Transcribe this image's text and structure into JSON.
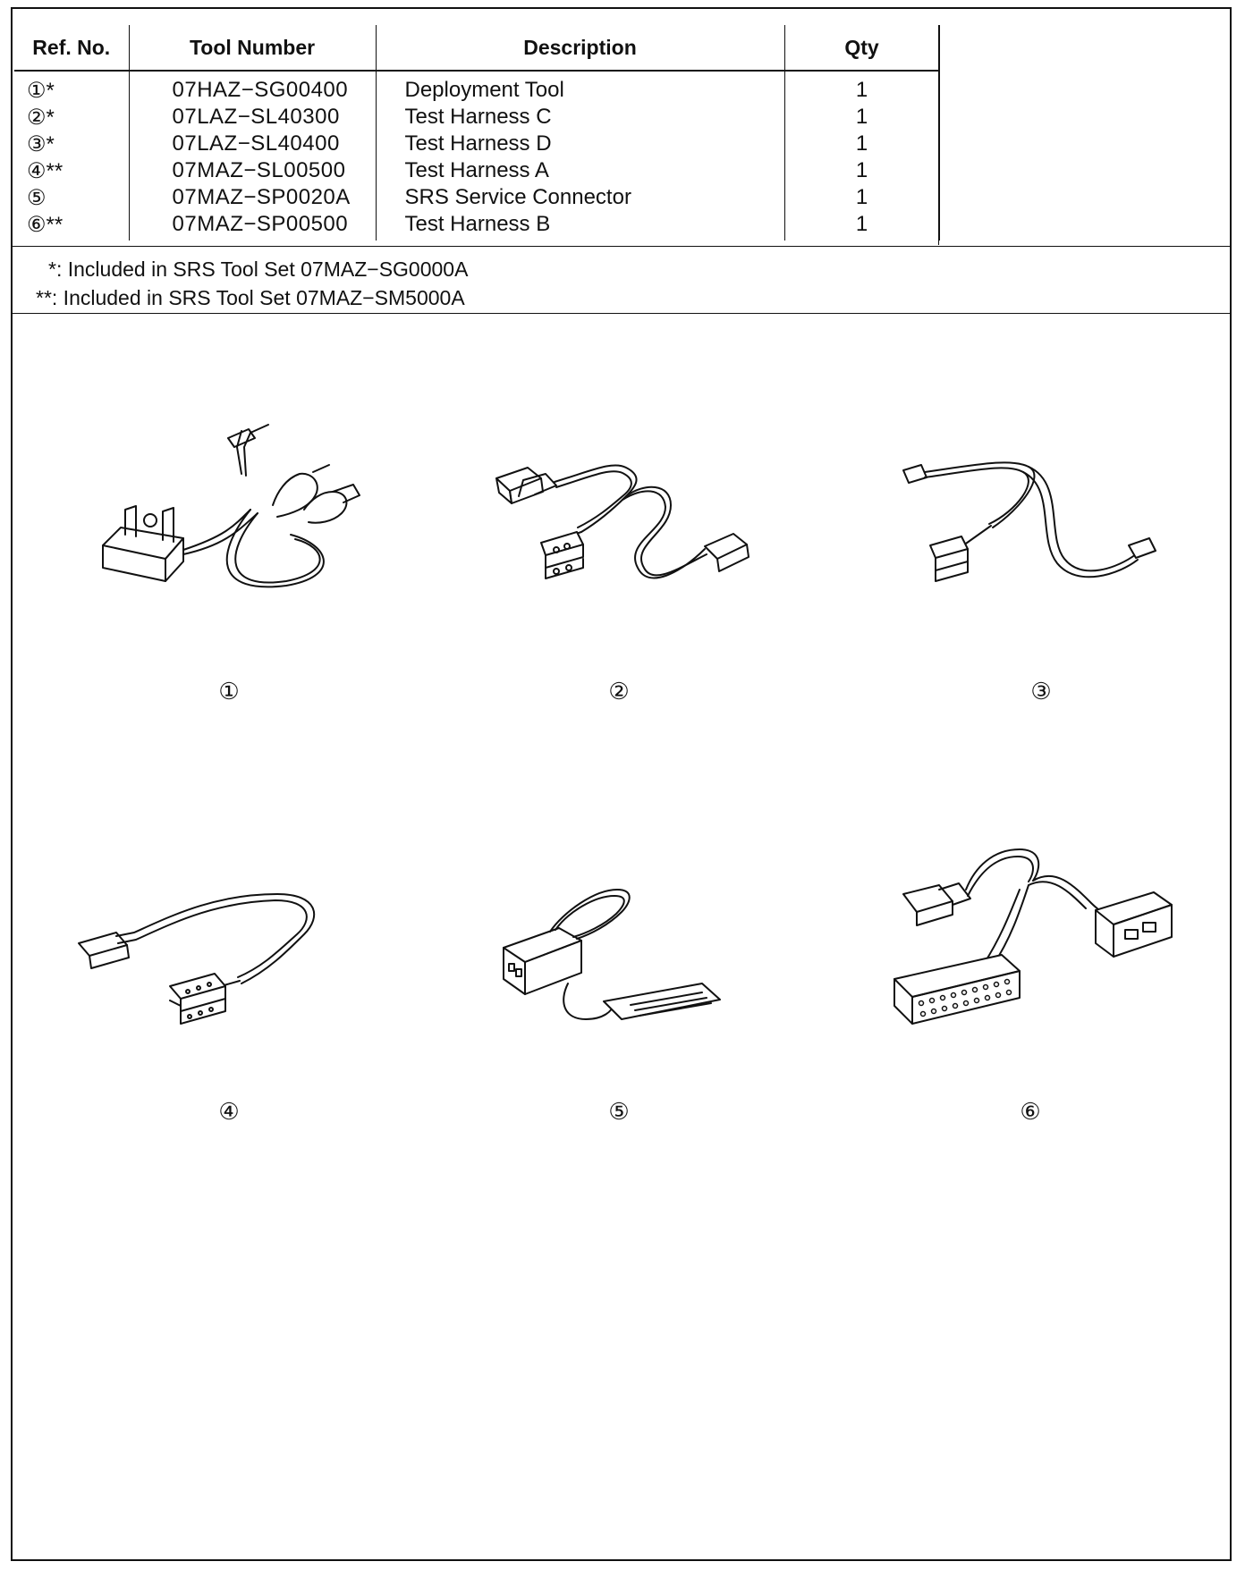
{
  "table": {
    "headers": {
      "ref": "Ref. No.",
      "tool": "Tool Number",
      "desc": "Description",
      "qty": "Qty"
    },
    "rows": [
      {
        "ref": "①*",
        "tool": "07HAZ−SG00400",
        "desc": "Deployment Tool",
        "qty": "1"
      },
      {
        "ref": "②*",
        "tool": "07LAZ−SL40300",
        "desc": "Test Harness C",
        "qty": "1"
      },
      {
        "ref": "③*",
        "tool": "07LAZ−SL40400",
        "desc": "Test Harness D",
        "qty": "1"
      },
      {
        "ref": "④**",
        "tool": "07MAZ−SL00500",
        "desc": "Test Harness A",
        "qty": "1"
      },
      {
        "ref": "⑤",
        "tool": "07MAZ−SP0020A",
        "desc": "SRS Service Connector",
        "qty": "1"
      },
      {
        "ref": "⑥**",
        "tool": "07MAZ−SP00500",
        "desc": "Test Harness B",
        "qty": "1"
      }
    ]
  },
  "notes": [
    "*: Included in SRS Tool Set 07MAZ−SG0000A",
    "**: Included in SRS Tool Set 07MAZ−SM5000A"
  ],
  "figures": [
    {
      "label": "①",
      "icon": "deployment-tool-illustration"
    },
    {
      "label": "②",
      "icon": "test-harness-c-illustration"
    },
    {
      "label": "③",
      "icon": "test-harness-d-illustration"
    },
    {
      "label": "④",
      "icon": "test-harness-a-illustration"
    },
    {
      "label": "⑤",
      "icon": "srs-service-connector-illustration"
    },
    {
      "label": "⑥",
      "icon": "test-harness-b-illustration"
    }
  ]
}
